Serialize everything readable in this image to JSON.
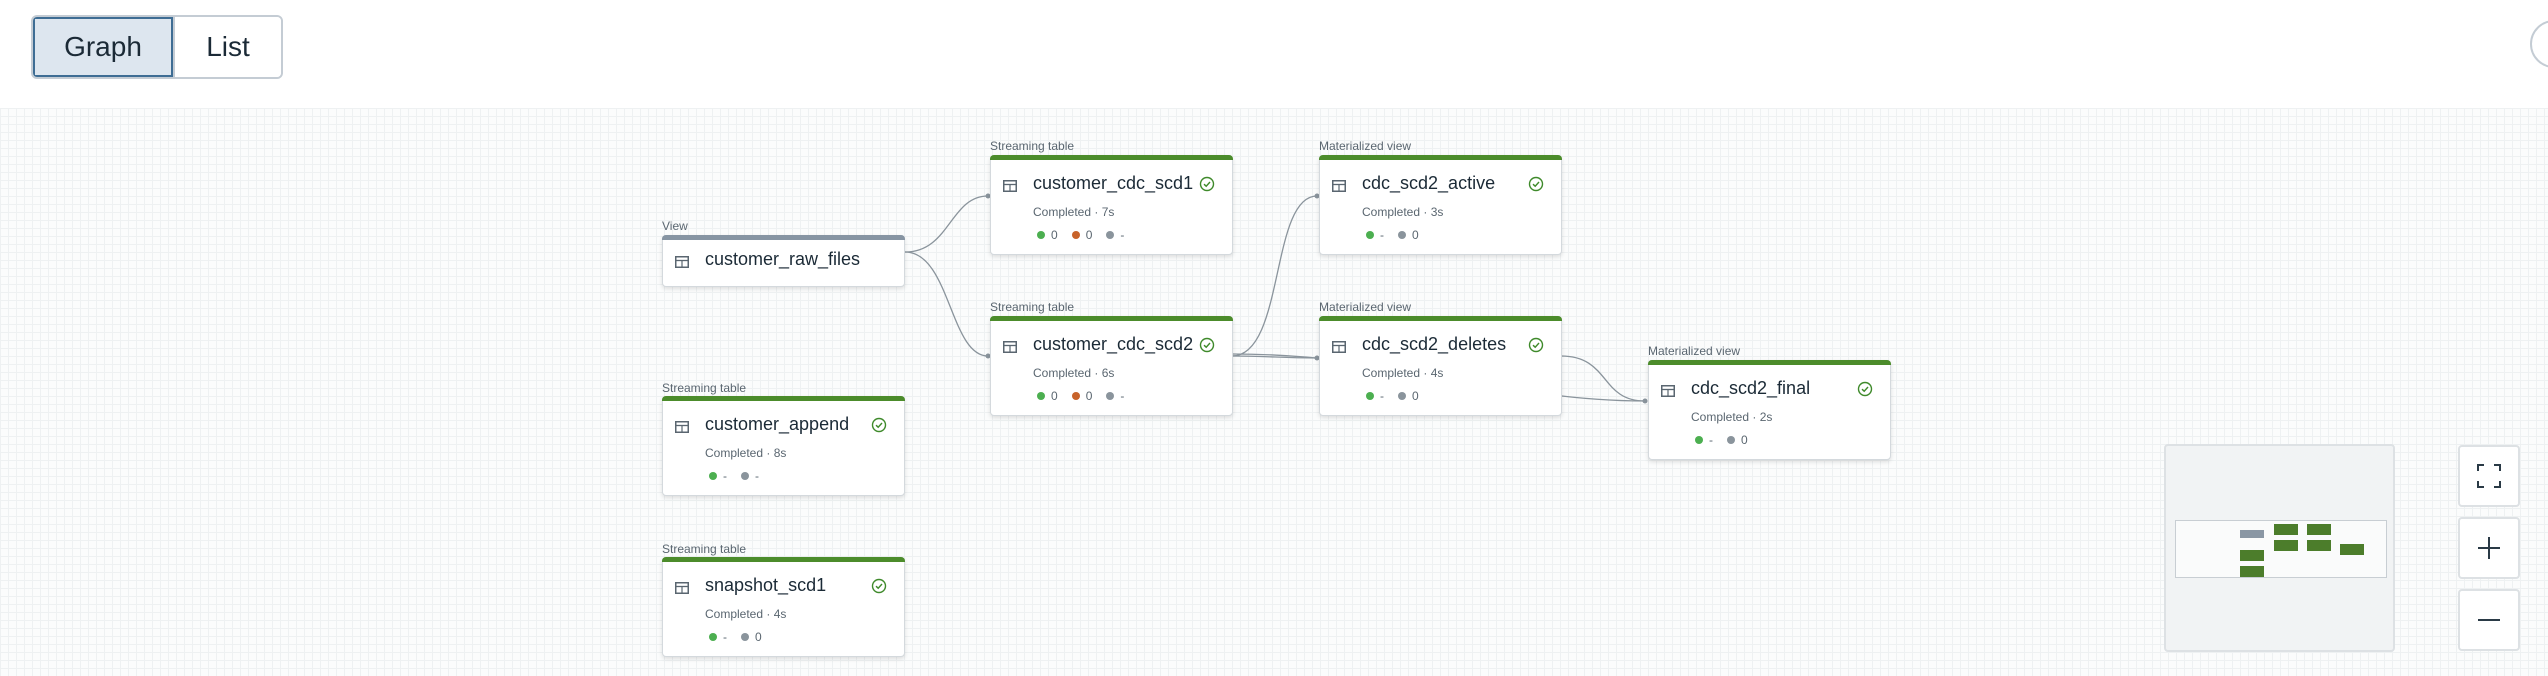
{
  "toolbar": {
    "tabs": [
      {
        "label": "Graph",
        "active": true
      },
      {
        "label": "List",
        "active": false
      }
    ]
  },
  "graph": {
    "nodes": {
      "customer_raw_files": {
        "type": "View",
        "name": "customer_raw_files"
      },
      "customer_cdc_scd1": {
        "type": "Streaming table",
        "name": "customer_cdc_scd1",
        "status": "Completed · 7s",
        "metrics": [
          "0",
          "0",
          "-"
        ]
      },
      "customer_cdc_scd2": {
        "type": "Streaming table",
        "name": "customer_cdc_scd2",
        "status": "Completed · 6s",
        "metrics": [
          "0",
          "0",
          "-"
        ]
      },
      "customer_append": {
        "type": "Streaming table",
        "name": "customer_append",
        "status": "Completed · 8s",
        "metrics": [
          "-",
          "-"
        ]
      },
      "snapshot_scd1": {
        "type": "Streaming table",
        "name": "snapshot_scd1",
        "status": "Completed · 4s",
        "metrics": [
          "-",
          "0"
        ]
      },
      "cdc_scd2_active": {
        "type": "Materialized view",
        "name": "cdc_scd2_active",
        "status": "Completed · 3s",
        "metrics": [
          "-",
          "0"
        ]
      },
      "cdc_scd2_deletes": {
        "type": "Materialized view",
        "name": "cdc_scd2_deletes",
        "status": "Completed · 4s",
        "metrics": [
          "-",
          "0"
        ]
      },
      "cdc_scd2_final": {
        "type": "Materialized view",
        "name": "cdc_scd2_final",
        "status": "Completed · 2s",
        "metrics": [
          "-",
          "0"
        ]
      }
    }
  },
  "colors": {
    "completed_bar": "#4c8c2b",
    "view_bar": "#8795a3",
    "metric_green": "#4caf50",
    "metric_orange": "#c8632a",
    "metric_gray": "#8a949c",
    "check_green": "#3f8a2b"
  },
  "icons": {
    "node": "table-icon",
    "status": "check-circle-icon",
    "fit": "fit-view-icon",
    "zoom_in": "plus-icon",
    "zoom_out": "minus-icon"
  }
}
